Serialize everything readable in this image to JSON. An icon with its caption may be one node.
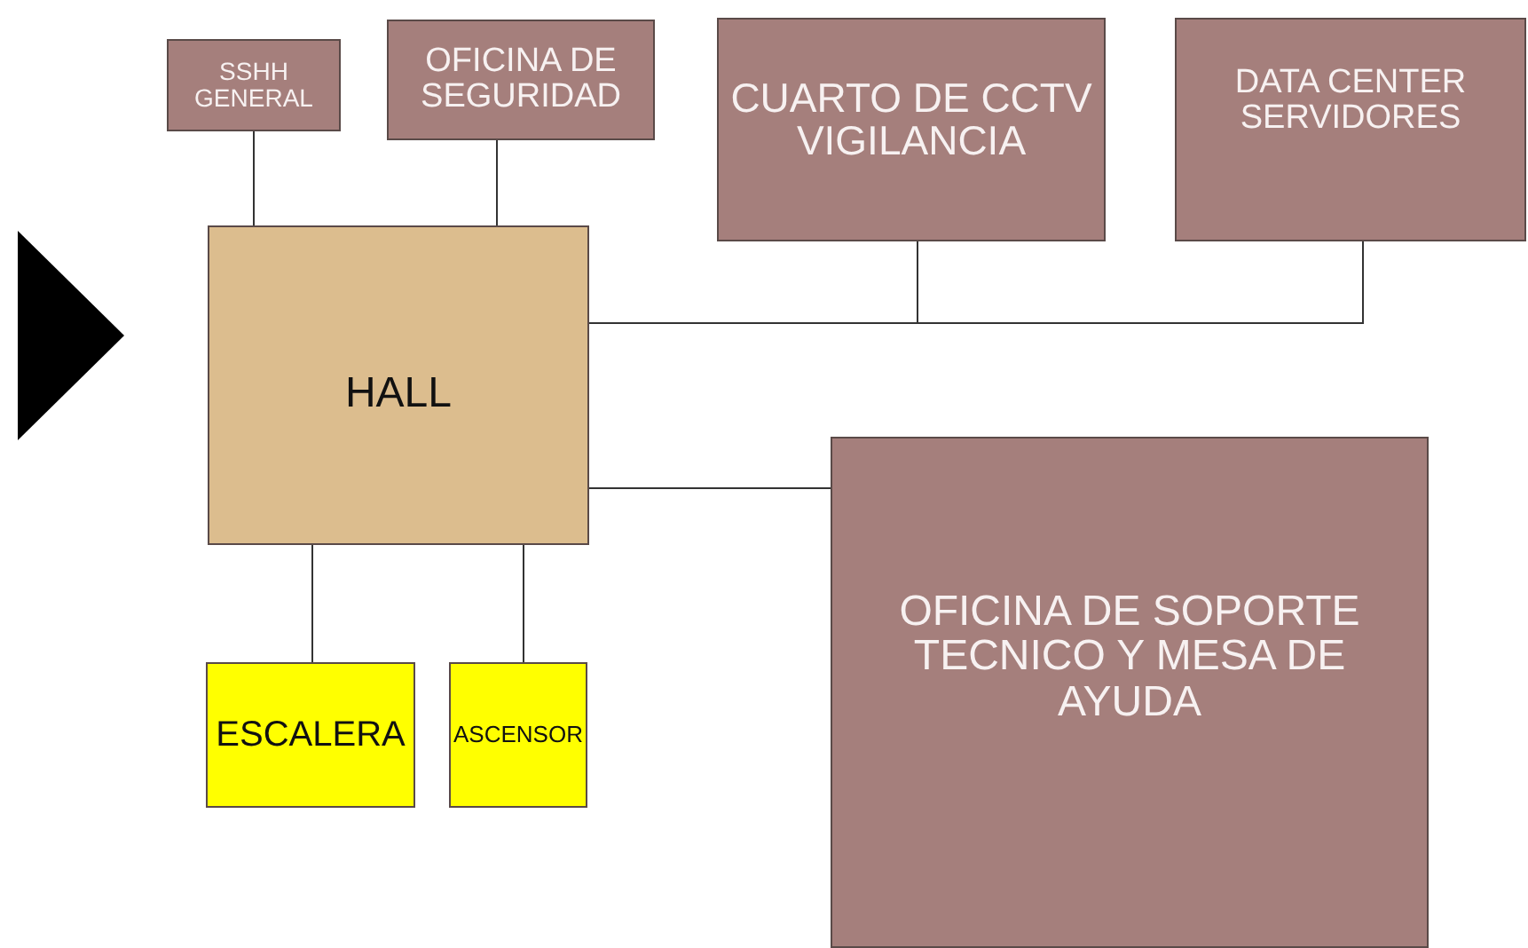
{
  "diagram": {
    "nodes": [
      {
        "text": [
          "SSHH GENERAL"
        ]
      },
      {
        "text": [
          "OFICINA DE SEGURIDAD"
        ]
      },
      {
        "text": [
          "CUARTO DE CCTV VIGILANCIA"
        ]
      },
      {
        "text": [
          "DATA CENTER SERVIDORES"
        ]
      },
      {
        "text": [
          "HALL"
        ]
      },
      {
        "text": [
          "ESCALERA"
        ]
      },
      {
        "text": [
          "ASCENSOR"
        ]
      },
      {
        "text": [
          "OFICINA DE SOPORTE TECNICO Y MESA DE AYUDA"
        ]
      }
    ],
    "edges": [
      {
        "from": 4,
        "to": 0,
        "arrow": "none"
      },
      {
        "from": 4,
        "to": 1,
        "arrow": "none"
      },
      {
        "from": 4,
        "to": 2,
        "arrow": "none"
      },
      {
        "from": 4,
        "to": 3,
        "arrow": "none"
      },
      {
        "from": 4,
        "to": 7,
        "arrow": "none"
      },
      {
        "from": 4,
        "to": 5,
        "arrow": "none"
      },
      {
        "from": 4,
        "to": 6,
        "arrow": "none"
      }
    ]
  }
}
